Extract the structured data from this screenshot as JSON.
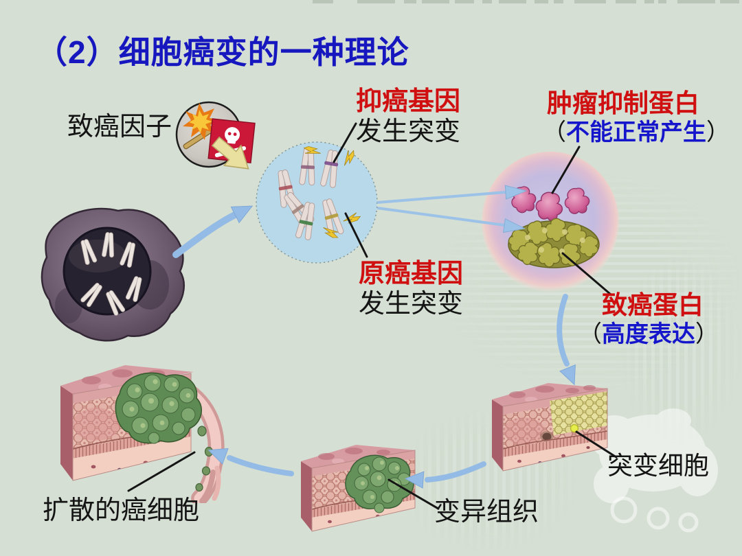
{
  "slide": {
    "title": "（2）细胞癌变的一种理论"
  },
  "diagram": {
    "carcinogen": {
      "label": "致癌因子"
    },
    "gene_mutations": {
      "suppressor": {
        "name": "抑癌基因",
        "event": "发生突变"
      },
      "proto_oncogene": {
        "name": "原癌基因",
        "event": "发生突变"
      }
    },
    "proteins": {
      "suppressor_protein": {
        "name": "肿瘤抑制蛋白",
        "paren_open": "（",
        "state": "不能正常产生",
        "paren_close": "）"
      },
      "oncoprotein": {
        "name": "致癌蛋白",
        "paren_open": "（",
        "state": "高度表达",
        "paren_close": "）"
      }
    },
    "stages": {
      "mutant_cell": "突变细胞",
      "variant_tissue": "变异组织",
      "spreading_cancer_cells": "扩散的癌细胞"
    }
  },
  "colors": {
    "background": "#d5dfd3",
    "title_blue": "#1717bf",
    "label_red": "#d01010",
    "label_blue": "#1515cc",
    "label_black": "#141414",
    "flow_arrow_blue": "#94bce6",
    "cell_circle_blue": "#b7d9ea",
    "vesicle_purple": "#c9c6e6",
    "protein_pink": "#d4649c",
    "protein_olive": "#a8a546",
    "warning_sign_red": "#cc1838",
    "hazard_arrow_yellow": "#e9df9f"
  },
  "icons": [
    "skull-crossbones-icon",
    "explosion-icon",
    "match-icon",
    "lightning-bolt-icon",
    "flow-arrow"
  ]
}
